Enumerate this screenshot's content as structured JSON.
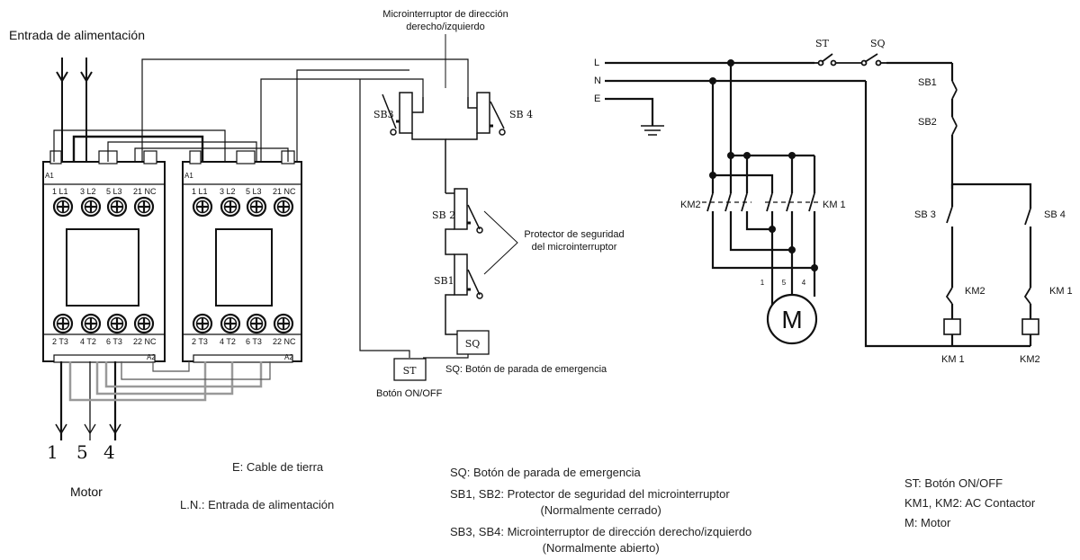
{
  "left": {
    "power_input": "Entrada de alimentación",
    "motor_numbers": [
      "1",
      "5",
      "4"
    ],
    "motor": "Motor",
    "contactor_top_labels": [
      "1 L1",
      "3 L2",
      "5 L3",
      "21 NC"
    ],
    "contactor_bottom_labels": [
      "2 T3",
      "4 T2",
      "6 T3",
      "22 NC"
    ],
    "a1": "A1",
    "a2": "A2",
    "micro_dir_title_1": "Microinterruptor de dirección",
    "micro_dir_title_2": "derecho/izquierdo",
    "sb3": "SB3",
    "sb4": "SB 4",
    "sb2": "SB 2",
    "sb1": "SB1",
    "protector_1": "Protector de seguridad",
    "protector_2": "del microinterruptor",
    "sq": "SQ",
    "st": "ST",
    "sq_caption": "SQ: Botón de parada de emergencia",
    "st_caption": "Botón ON/OFF"
  },
  "right": {
    "l": "L",
    "n": "N",
    "e": "E",
    "st": "ST",
    "sq": "SQ",
    "sb1": "SB1",
    "sb2": "SB2",
    "sb3": "SB 3",
    "sb4": "SB 4",
    "km2_left": "KM2",
    "km1_right": "KM 1",
    "km2_coil": "KM2",
    "km1_coil": "KM 1",
    "km1_bottom": "KM 1",
    "km2_bottom": "KM2",
    "motor_m": "M",
    "motor_terminals": [
      "1",
      "5",
      "4"
    ]
  },
  "legend": {
    "e_line": "E: Cable de tierra",
    "ln_line": "L.N.: Entrada de alimentación",
    "sq_line": "SQ: Botón de parada de emergencia",
    "sb12_line": "SB1, SB2: Protector de seguridad del microinterruptor",
    "sb12_sub": "(Normalmente cerrado)",
    "sb34_line": "SB3, SB4: Microinterruptor de dirección derecho/izquierdo",
    "sb34_sub": "(Normalmente abierto)",
    "st_line": "ST: Botón ON/OFF",
    "km_line": "KM1, KM2: AC Contactor",
    "m_line": "M: Motor"
  }
}
